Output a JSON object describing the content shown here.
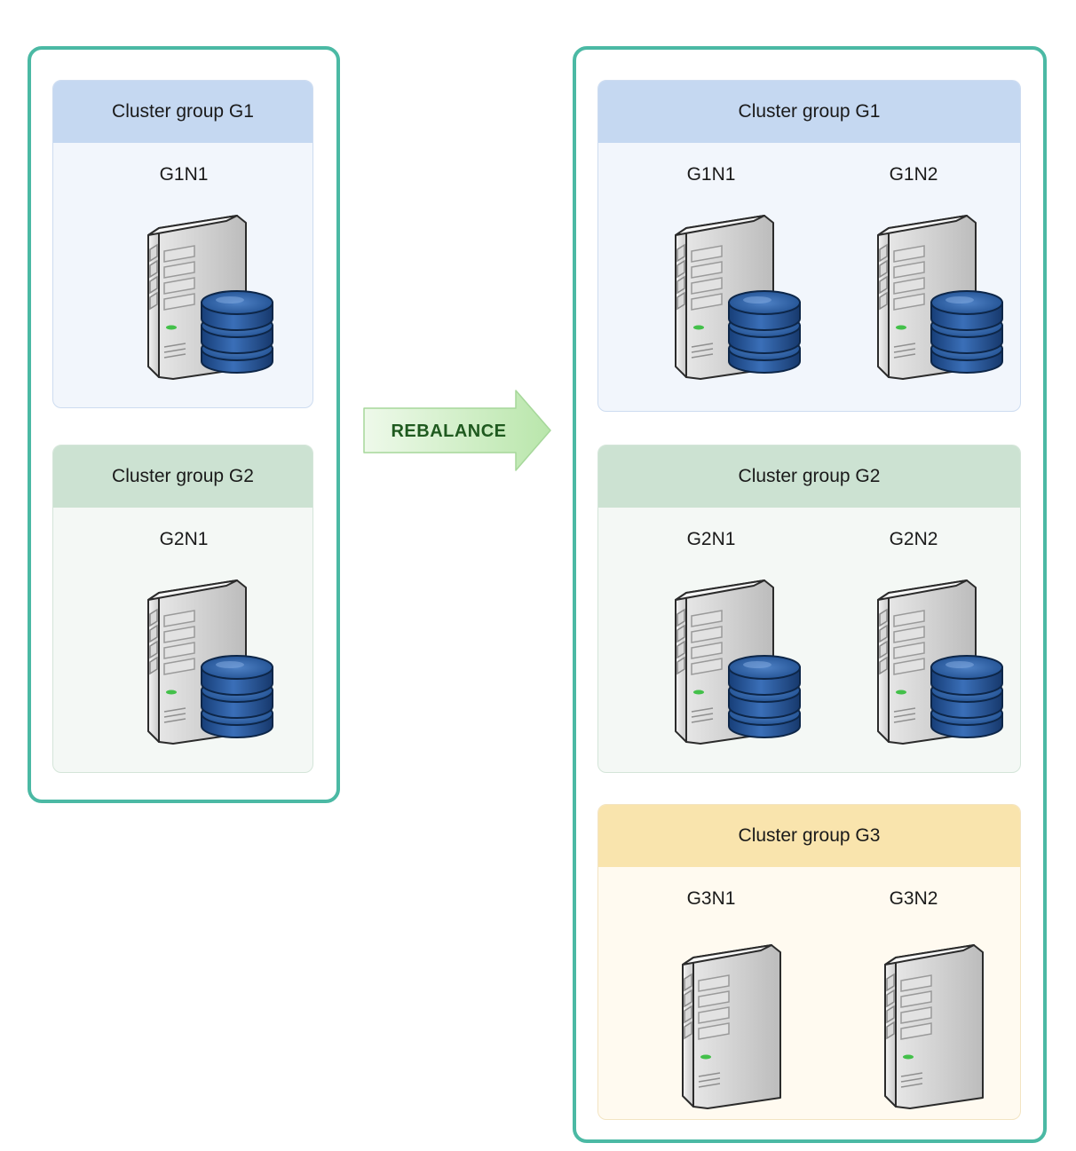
{
  "before": {
    "groups": [
      {
        "label": "Cluster group G1",
        "color": "blue",
        "nodes": [
          {
            "label": "G1N1",
            "database": true
          }
        ]
      },
      {
        "label": "Cluster group G2",
        "color": "green",
        "nodes": [
          {
            "label": "G2N1",
            "database": true
          }
        ]
      }
    ]
  },
  "action": {
    "label": "REBALANCE"
  },
  "after": {
    "groups": [
      {
        "label": "Cluster group G1",
        "color": "blue",
        "nodes": [
          {
            "label": "G1N1",
            "database": true
          },
          {
            "label": "G1N2",
            "database": true
          }
        ]
      },
      {
        "label": "Cluster group G2",
        "color": "green",
        "nodes": [
          {
            "label": "G2N1",
            "database": true
          },
          {
            "label": "G2N2",
            "database": true
          }
        ]
      },
      {
        "label": "Cluster group G3",
        "color": "yellow",
        "nodes": [
          {
            "label": "G3N1",
            "database": false
          },
          {
            "label": "G3N2",
            "database": false
          }
        ]
      }
    ]
  },
  "colors": {
    "frame": "#4bb9a4",
    "group_blue": "#c5d8f1",
    "group_green": "#cce2d2",
    "group_yellow": "#f9e4ad",
    "arrow": "#c9edbf",
    "database": "#1f4e8f"
  },
  "icons": {
    "server": "server-tower-icon",
    "database": "database-cylinder-icon",
    "arrow": "right-arrow-icon"
  }
}
